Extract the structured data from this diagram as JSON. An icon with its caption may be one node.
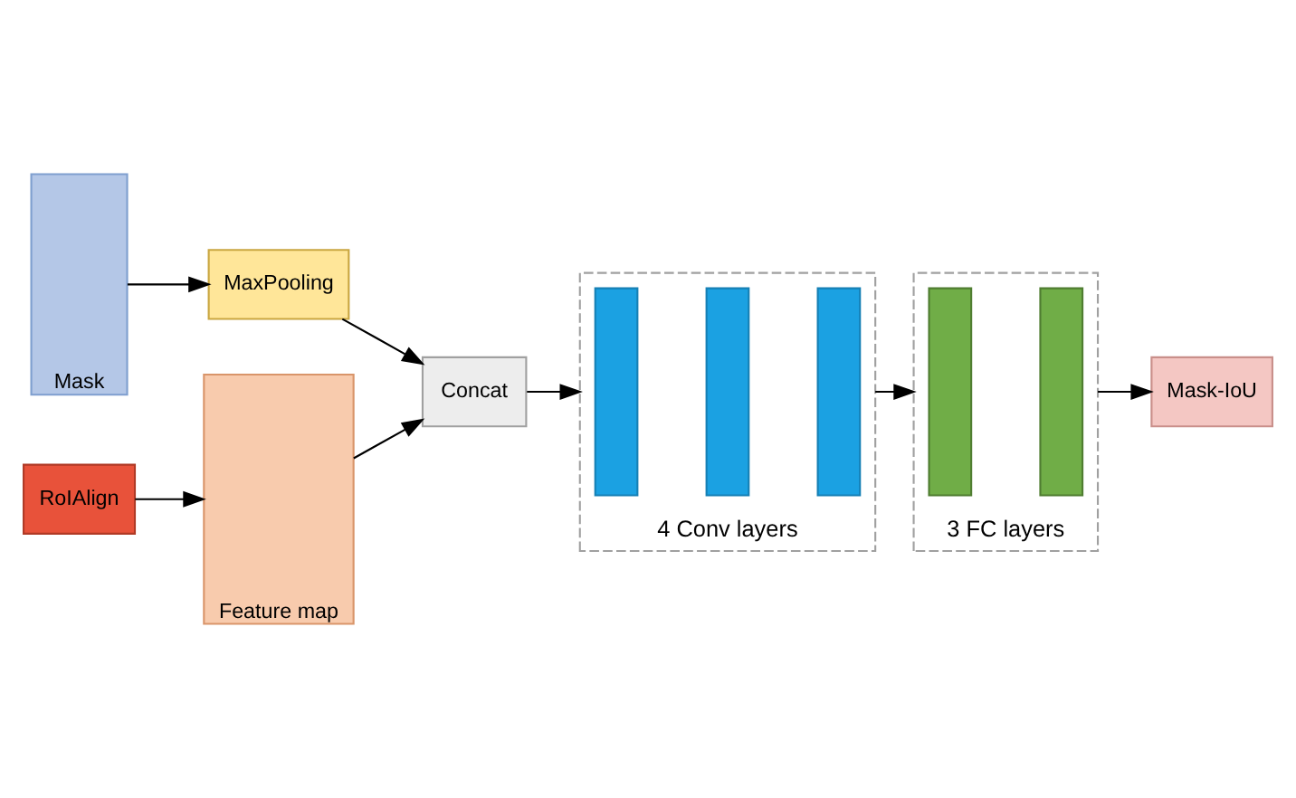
{
  "diagram": {
    "nodes": [
      {
        "text": [
          "Mask"
        ]
      },
      {
        "text": [
          "MaxPooling"
        ]
      },
      {
        "text": [
          "RoIAlign"
        ]
      },
      {
        "text": [
          "Feature map"
        ]
      },
      {
        "text": [
          "Concat"
        ]
      },
      {
        "text": [
          "4 Conv layers"
        ]
      },
      {
        "text": [],
        "shape": "box",
        "in": 5
      },
      {
        "text": [],
        "shape": "box",
        "in": 5
      },
      {
        "text": [],
        "shape": "box",
        "in": 5
      },
      {
        "text": [
          "3 FC layers"
        ]
      },
      {
        "text": [],
        "shape": "box",
        "in": 9
      },
      {
        "text": [],
        "shape": "box",
        "in": 9
      },
      {
        "text": [
          "Mask-IoU"
        ]
      }
    ],
    "edges": [
      {
        "from": 0,
        "to": 1,
        "arrow": "to"
      },
      {
        "from": 1,
        "to": 4,
        "arrow": "to"
      },
      {
        "from": 2,
        "to": 3,
        "arrow": "to"
      },
      {
        "from": 3,
        "to": 4,
        "arrow": "to"
      },
      {
        "from": 4,
        "to": 5,
        "arrow": "to"
      },
      {
        "from": 5,
        "to": 9,
        "arrow": "to"
      },
      {
        "from": 9,
        "to": 12,
        "arrow": "to"
      }
    ]
  }
}
